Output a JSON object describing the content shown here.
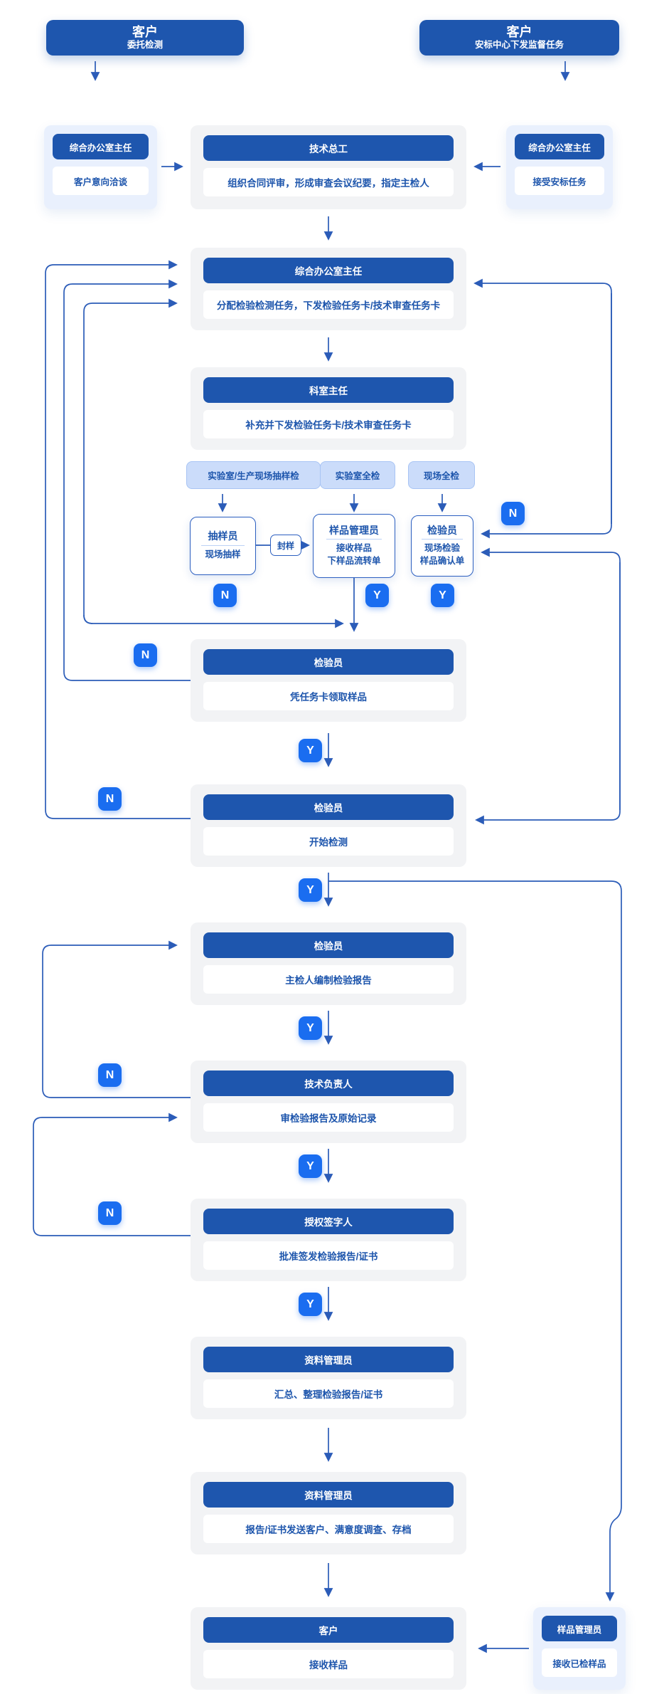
{
  "palette": {
    "primary_blue": "#1e56ae",
    "badge_blue": "#1a6df0",
    "line_blue": "#2b5cb8",
    "card_gray": "#f2f3f5",
    "card_light_blue": "#e9f0fd",
    "pill_blue": "#cbdcfa",
    "text_blue": "#1d55ac"
  },
  "top": {
    "customer_left": {
      "title": "客户",
      "subtitle": "委托检测"
    },
    "customer_right": {
      "title": "客户",
      "subtitle": "安标中心下发监督任务"
    }
  },
  "row2": {
    "left": {
      "role": "综合办公室主任",
      "action": "客户意向洽谈"
    },
    "center": {
      "role": "技术总工",
      "action": "组织合同评审，形成审查会议纪要，指定主检人"
    },
    "right": {
      "role": "综合办公室主任",
      "action": "接受安标任务"
    }
  },
  "steps": {
    "assign": {
      "role": "综合办公室主任",
      "action": "分配检验检测任务，下发检验任务卡/技术审查任务卡"
    },
    "dept": {
      "role": "科室主任",
      "action": "补充并下发检验任务卡/技术审查任务卡"
    },
    "receive_sample": {
      "role": "检验员",
      "action": "凭任务卡领取样品"
    },
    "start_test": {
      "role": "检验员",
      "action": "开始检测"
    },
    "report": {
      "role": "检验员",
      "action": "主检人编制检验报告"
    },
    "review": {
      "role": "技术负责人",
      "action": "审检验报告及原始记录"
    },
    "approve": {
      "role": "授权签字人",
      "action": "批准签发检验报告/证书"
    },
    "collect": {
      "role": "资料管理员",
      "action": "汇总、整理检验报告/证书"
    },
    "send": {
      "role": "资料管理员",
      "action": "报告/证书发送客户、满意度调查、存档"
    },
    "customer_receive": {
      "role": "客户",
      "action": "接收样品"
    },
    "sample_return": {
      "role": "样品管理员",
      "action": "接收已检样品"
    }
  },
  "branch_labels": {
    "lab_sampling": "实验室/生产现场抽样检",
    "lab_full": "实验室全检",
    "site_full": "现场全检"
  },
  "role_boxes": {
    "sampler": {
      "title": "抽样员",
      "lines": [
        "现场抽样"
      ]
    },
    "sample_manager": {
      "title": "样品管理员",
      "lines": [
        "接收样品",
        "下样品流转单"
      ]
    },
    "inspector": {
      "title": "检验员",
      "lines": [
        "现场检验",
        "样品确认单"
      ]
    }
  },
  "seal_label": "封样",
  "badges": {
    "yes": "Y",
    "no": "N"
  }
}
